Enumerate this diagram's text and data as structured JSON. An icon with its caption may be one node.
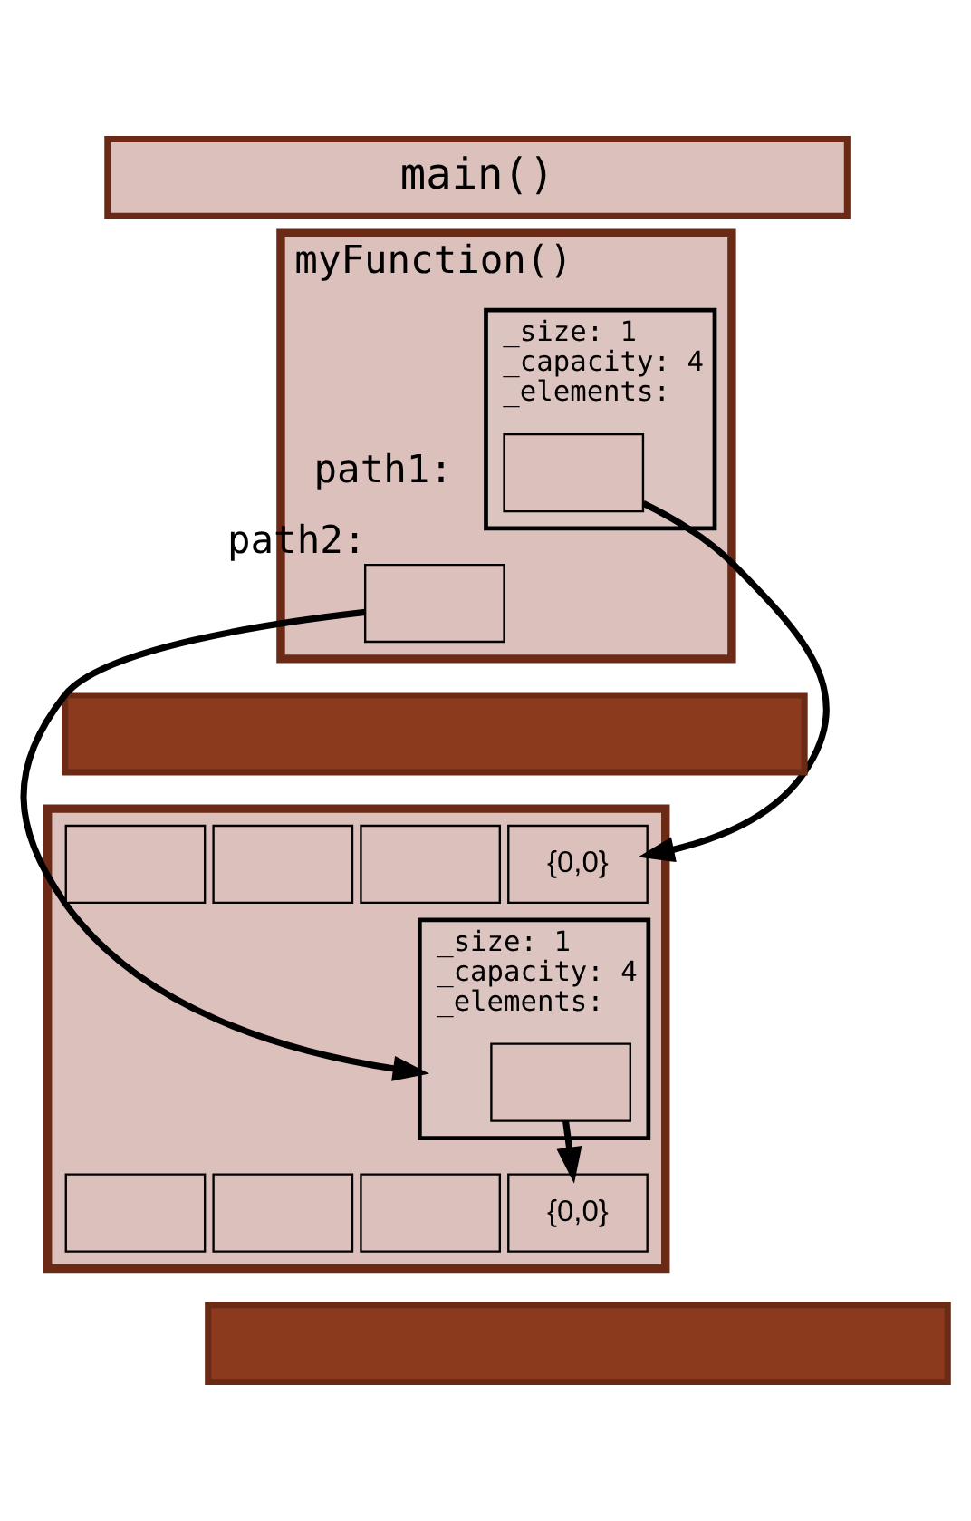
{
  "diagram": {
    "nodes": [
      {
        "text": [
          "main()"
        ]
      },
      {
        "text": [
          "myFunction()"
        ]
      },
      {
        "text": [
          "_size: 1",
          "_capacity: 4",
          "_elements:"
        ],
        "in": 1,
        "beside": [
          "path1:"
        ]
      },
      {
        "text": [],
        "shape": "box",
        "in": 2
      },
      {
        "text": [],
        "shape": "box",
        "in": 1,
        "beside": [
          "path2:"
        ]
      },
      {
        "text": [],
        "shape": "bar"
      },
      {
        "text": [],
        "shape": "box"
      },
      {
        "text": [
          "{0,0}"
        ],
        "in": 6
      },
      {
        "text": [],
        "shape": "box",
        "in": 6
      },
      {
        "text": [],
        "shape": "box",
        "in": 6
      },
      {
        "text": [],
        "shape": "box",
        "in": 6
      },
      {
        "text": [
          "_size: 1",
          "_capacity: 4",
          "_elements:"
        ],
        "in": 6
      },
      {
        "text": [],
        "shape": "box",
        "in": 11
      },
      {
        "text": [
          "{0,0}"
        ],
        "in": 6
      },
      {
        "text": [],
        "shape": "box",
        "in": 6
      },
      {
        "text": [],
        "shape": "box",
        "in": 6
      },
      {
        "text": [],
        "shape": "box",
        "in": 6
      },
      {
        "text": [],
        "shape": "bar"
      }
    ],
    "edges": [
      {
        "from": 3,
        "to": 7,
        "arrow": "to"
      },
      {
        "from": 4,
        "to": 11,
        "arrow": "to"
      },
      {
        "from": 12,
        "to": 13,
        "arrow": "to"
      }
    ]
  }
}
